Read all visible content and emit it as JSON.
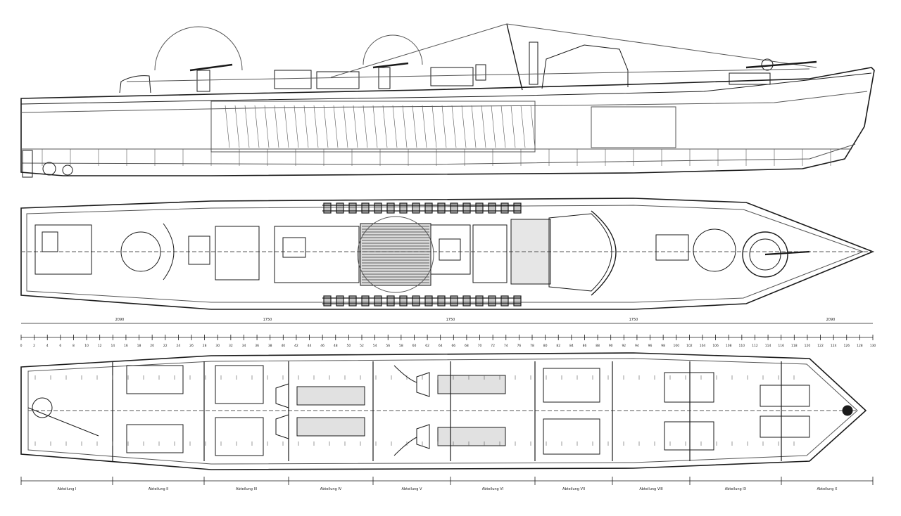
{
  "colors": {
    "paper": "#ffffff",
    "ink": "#1a1a1a",
    "fine": "#555555",
    "shade": "#333333"
  },
  "drawing": {
    "views": [
      {
        "id": "profile",
        "kind": "side-elevation"
      },
      {
        "id": "deck",
        "kind": "deck-plan"
      },
      {
        "id": "interior",
        "kind": "interior-arrangement"
      }
    ],
    "deck_scale_labels": [
      "2090",
      "1750",
      "1750",
      "1750",
      "2090"
    ],
    "frame_numbers": [
      "0",
      "2",
      "4",
      "6",
      "8",
      "10",
      "12",
      "14",
      "16",
      "18",
      "20",
      "22",
      "24",
      "26",
      "28",
      "30",
      "32",
      "34",
      "36",
      "38",
      "40",
      "42",
      "44",
      "46",
      "48",
      "50",
      "52",
      "54",
      "56",
      "58",
      "60",
      "62",
      "64",
      "66",
      "68",
      "70",
      "72",
      "74",
      "76",
      "78",
      "80",
      "82",
      "84",
      "86",
      "88",
      "90",
      "92",
      "94",
      "96",
      "98",
      "100",
      "102",
      "104",
      "106",
      "108",
      "110",
      "112",
      "114",
      "116",
      "118",
      "120",
      "122",
      "124",
      "126",
      "128",
      "130"
    ],
    "compartments": [
      "Abteilung I",
      "Abteilung II",
      "Abteilung III",
      "Abteilung IV",
      "Abteilung V",
      "Abteilung VI",
      "Abteilung VII",
      "Abteilung VIII",
      "Abteilung IX",
      "Abteilung X"
    ]
  }
}
